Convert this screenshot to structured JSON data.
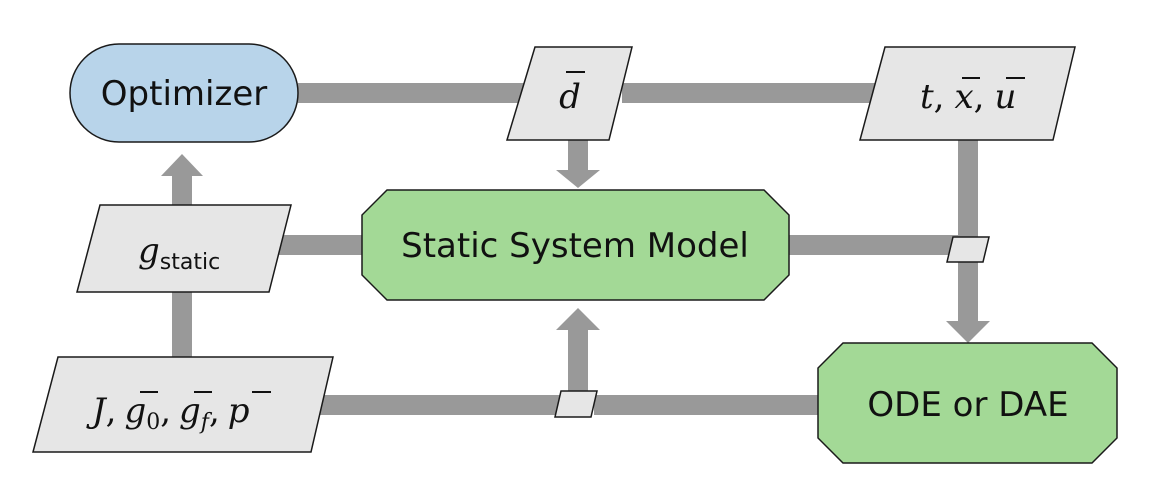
{
  "colors": {
    "optimizer_fill": "#b8d4ea",
    "model_fill": "#a3d996",
    "io_fill": "#e6e6e6",
    "connector": "#999999",
    "stroke": "#1a1a1a"
  },
  "nodes": {
    "optimizer": {
      "label": "Optimizer",
      "shape": "rounded-terminal"
    },
    "static_model": {
      "label": "Static System Model",
      "shape": "octagon"
    },
    "ode_dae": {
      "label": "ODE or DAE",
      "shape": "octagon"
    },
    "design_vars": {
      "label_base": "d",
      "overbar": true,
      "shape": "parallelogram"
    },
    "states": {
      "t": "t",
      "x": "x",
      "u": "u",
      "sep": ",",
      "overbar_xu": true,
      "shape": "parallelogram"
    },
    "g_static": {
      "base": "g",
      "sub": "static",
      "shape": "parallelogram"
    },
    "problem": {
      "J": "J",
      "g": "g",
      "sub0": "0",
      "subf": "f",
      "p": "p",
      "sep": ",",
      "overbar_gp": true,
      "shape": "parallelogram"
    }
  },
  "connections": [
    {
      "from": "optimizer",
      "to": "design_vars",
      "arrow": false
    },
    {
      "from": "design_vars",
      "to": "states",
      "arrow": false
    },
    {
      "from": "design_vars",
      "to": "static_model",
      "arrow": true
    },
    {
      "from": "states",
      "to": "ode_dae",
      "arrow": true
    },
    {
      "from": "static_model",
      "to": "junction_right",
      "arrow": false
    },
    {
      "from": "g_static",
      "to": "static_model",
      "arrow": false
    },
    {
      "from": "g_static",
      "to": "optimizer",
      "arrow": true
    },
    {
      "from": "problem",
      "to": "g_static",
      "arrow": false
    },
    {
      "from": "problem",
      "to": "ode_dae",
      "arrow": false
    },
    {
      "from": "junction_bottom",
      "to": "static_model",
      "arrow": true
    }
  ]
}
